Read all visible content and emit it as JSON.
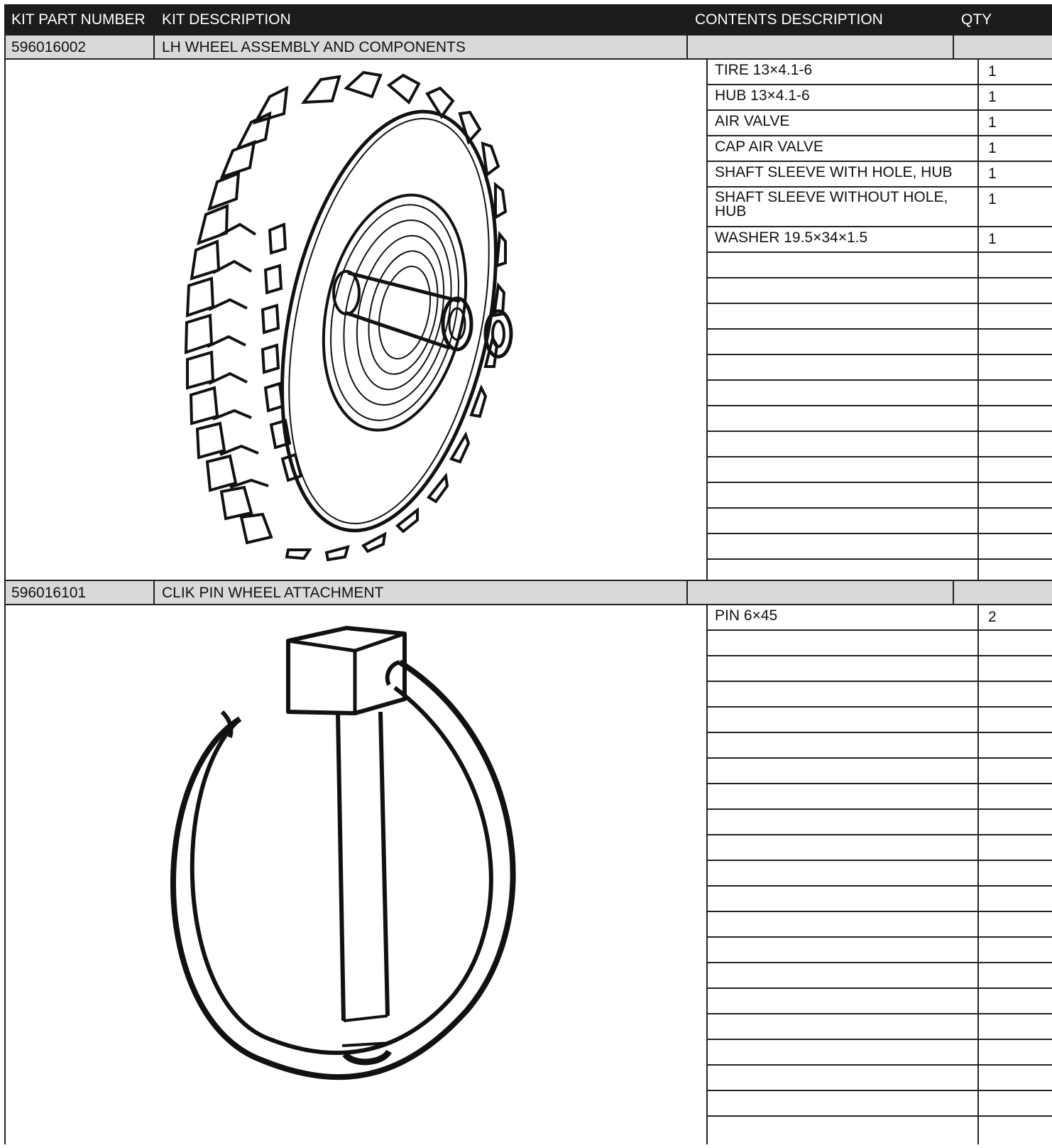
{
  "header": {
    "kit_part_number": "KIT PART NUMBER",
    "kit_description": "KIT DESCRIPTION",
    "contents_description": "CONTENTS DESCRIPTION",
    "qty": "QTY"
  },
  "kits": [
    {
      "part_number": "596016002",
      "description": "LH WHEEL ASSEMBLY AND COMPONENTS",
      "illustration_icon": "wheel-assembly-icon",
      "contents": [
        {
          "description": "TIRE 13×4.1-6",
          "qty": "1"
        },
        {
          "description": "HUB  13×4.1-6",
          "qty": "1"
        },
        {
          "description": "AIR VALVE",
          "qty": "1"
        },
        {
          "description": "CAP AIR VALVE",
          "qty": "1"
        },
        {
          "description": "SHAFT SLEEVE WITH HOLE, HUB",
          "qty": "1"
        },
        {
          "description": "SHAFT SLEEVE WITHOUT HOLE, HUB",
          "qty": "1"
        },
        {
          "description": "WASHER 19.5×34×1.5",
          "qty": "1"
        }
      ]
    },
    {
      "part_number": "596016101",
      "description": "CLIK PIN WHEEL ATTACHMENT",
      "illustration_icon": "lynch-pin-icon",
      "contents": [
        {
          "description": "PIN  6×45",
          "qty": "2"
        }
      ]
    }
  ]
}
